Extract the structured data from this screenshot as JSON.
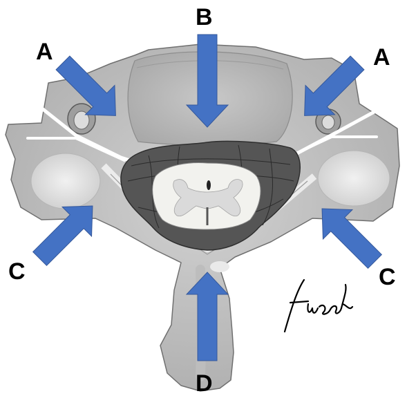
{
  "labels": {
    "a_left": "A",
    "a_right": "A",
    "b": "B",
    "c_left": "C",
    "c_right": "C",
    "d": "D"
  },
  "signature": "fuele",
  "colors": {
    "arrow": "#4472C4",
    "bone": "#c9c9c9",
    "bone_shade": "#b3b3b3",
    "body_top": "#bebebe",
    "dural_sac": "#555555",
    "cord": "#f2f2ee",
    "gray_matter": "#dadada",
    "signature": "#000000"
  },
  "icons": [
    "arrow",
    "vertebra-illustration",
    "spinal-cord",
    "signature-mark"
  ]
}
